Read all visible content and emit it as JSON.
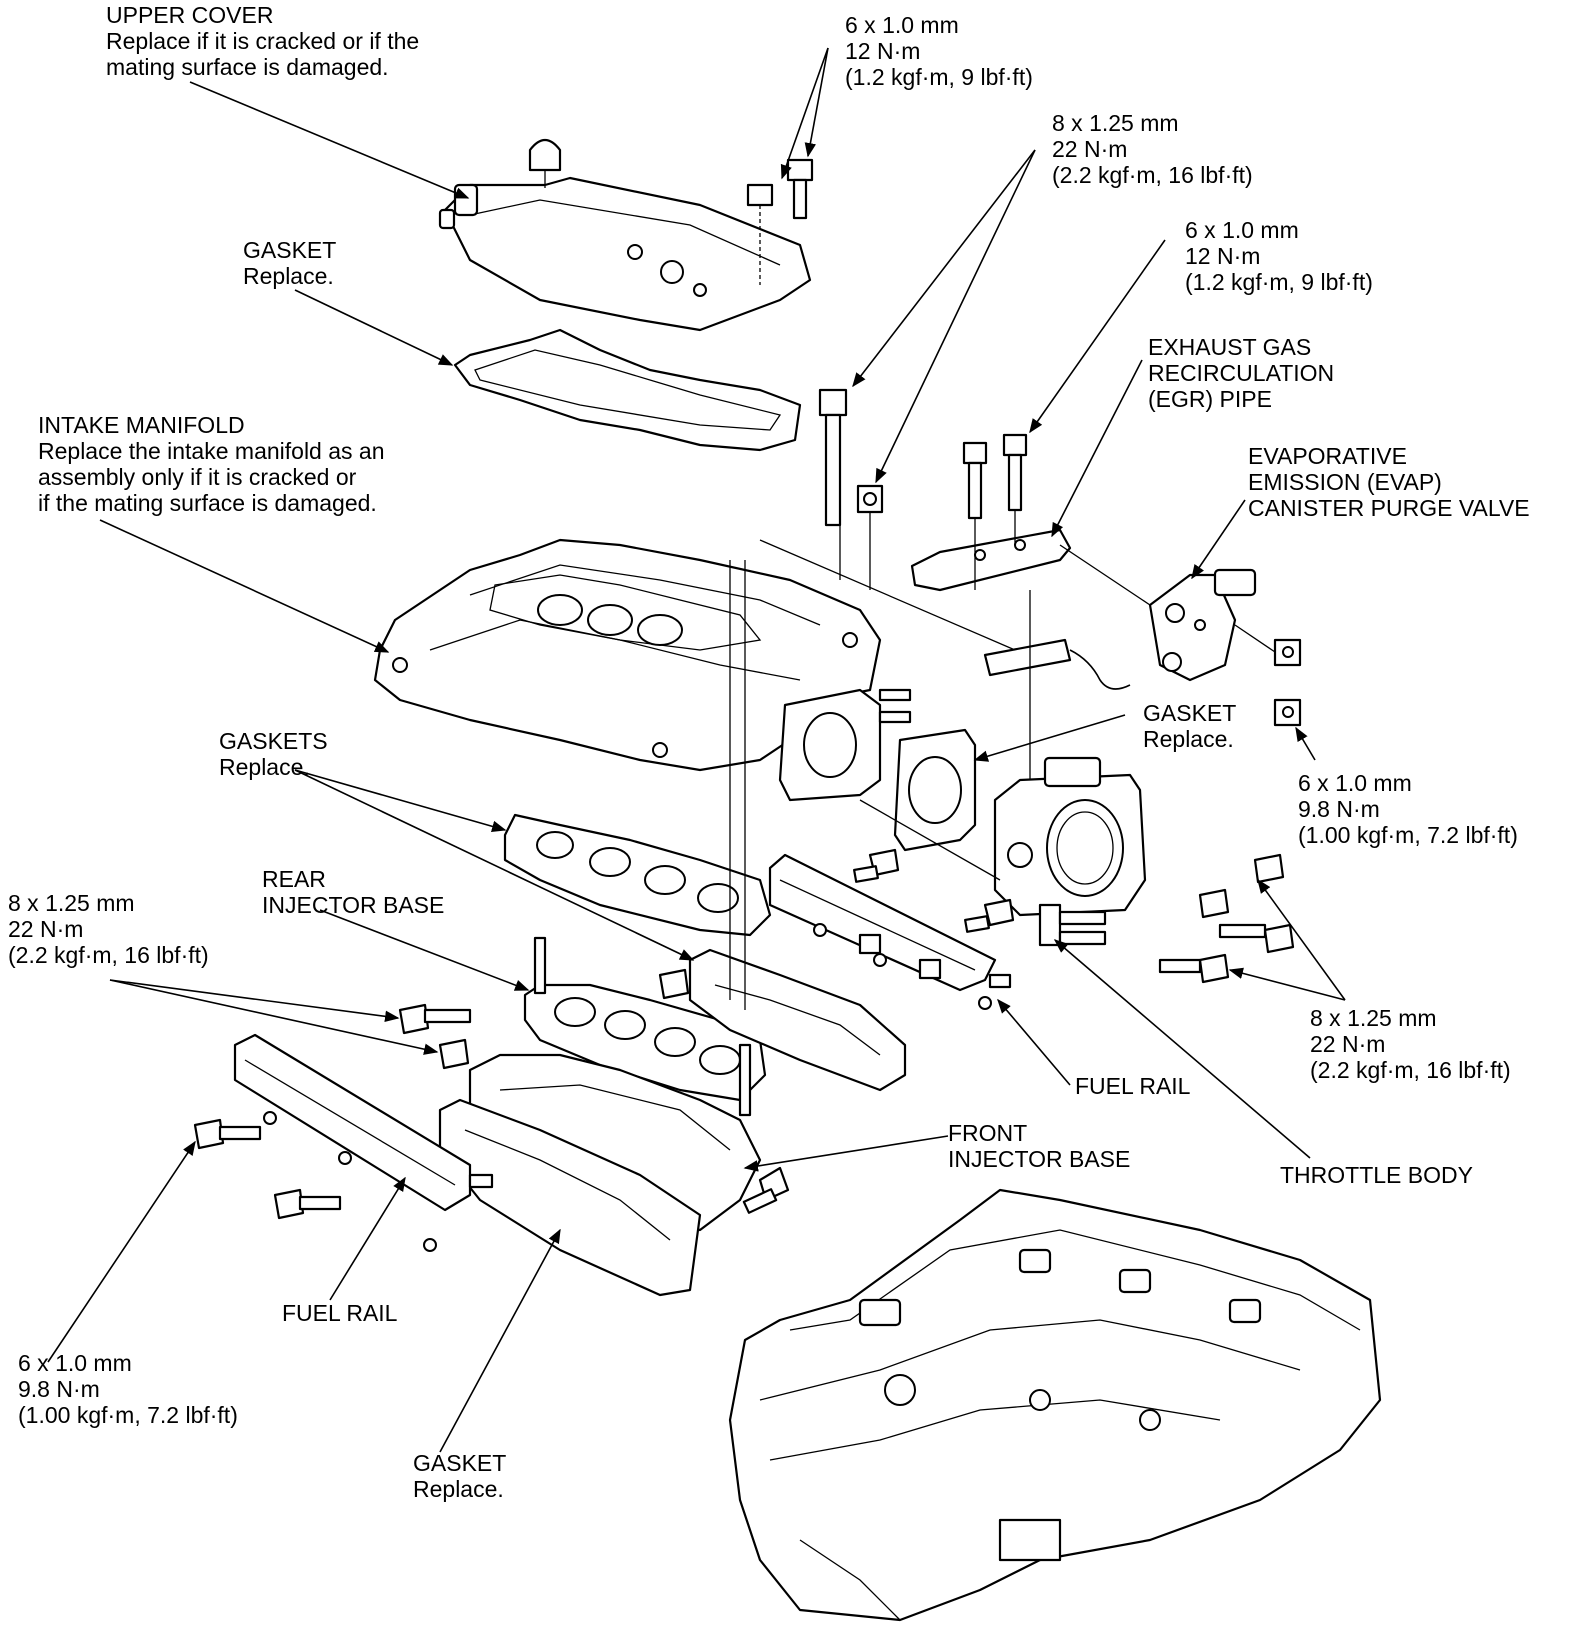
{
  "labels": {
    "upper_cover": {
      "l1": "UPPER COVER",
      "l2": "Replace if it is cracked or if the",
      "l3": "mating surface is damaged."
    },
    "bolt_top": {
      "l1": "6 x 1.0 mm",
      "l2": "12 N·m",
      "l3": "(1.2 kgf·m, 9 lbf·ft)"
    },
    "bolt_8_top": {
      "l1": "8 x 1.25 mm",
      "l2": "22 N·m",
      "l3": "(2.2 kgf·m, 16 lbf·ft)"
    },
    "bolt_egr": {
      "l1": "6 x 1.0 mm",
      "l2": "12 N·m",
      "l3": "(1.2 kgf·m, 9 lbf·ft)"
    },
    "gasket_upper": {
      "l1": "GASKET",
      "l2": "Replace."
    },
    "egr_pipe": {
      "l1": "EXHAUST GAS",
      "l2": "RECIRCULATION",
      "l3": "(EGR) PIPE"
    },
    "intake_manifold": {
      "l1": "INTAKE MANIFOLD",
      "l2": "Replace the intake manifold as an",
      "l3": "assembly only if it is cracked or",
      "l4": "if the mating surface is damaged."
    },
    "evap_valve": {
      "l1": "EVAPORATIVE",
      "l2": "EMISSION (EVAP)",
      "l3": "CANISTER PURGE VALVE"
    },
    "gasket_throttle": {
      "l1": "GASKET",
      "l2": "Replace."
    },
    "nut_right": {
      "l1": "6 x 1.0 mm",
      "l2": "9.8 N·m",
      "l3": "(1.00 kgf·m, 7.2 lbf·ft)"
    },
    "gaskets_mid": {
      "l1": "GASKETS",
      "l2": "Replace."
    },
    "rear_injector_base": {
      "l1": "REAR",
      "l2": "INJECTOR BASE"
    },
    "bolt_left": {
      "l1": "8 x 1.25 mm",
      "l2": "22 N·m",
      "l3": "(2.2 kgf·m, 16 lbf·ft)"
    },
    "bolt_right": {
      "l1": "8 x 1.25 mm",
      "l2": "22 N·m",
      "l3": "(2.2 kgf·m, 16 lbf·ft)"
    },
    "fuel_rail_right": {
      "l1": "FUEL RAIL"
    },
    "front_injector_base": {
      "l1": "FRONT",
      "l2": "INJECTOR BASE"
    },
    "throttle_body": {
      "l1": "THROTTLE BODY"
    },
    "fuel_rail_left": {
      "l1": "FUEL RAIL"
    },
    "bolt_bottom_left": {
      "l1": "6 x 1.0 mm",
      "l2": "9.8 N·m",
      "l3": "(1.00 kgf·m, 7.2 lbf·ft)"
    },
    "gasket_bottom": {
      "l1": "GASKET",
      "l2": "Replace."
    }
  },
  "colors": {
    "ink": "#000000",
    "paper": "#ffffff"
  }
}
